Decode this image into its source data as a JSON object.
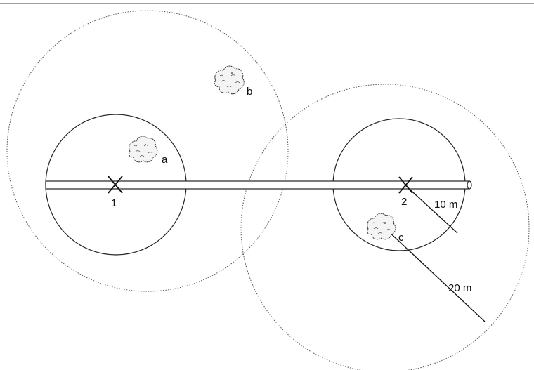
{
  "diagram": {
    "points": [
      {
        "label": "1"
      },
      {
        "label": "2"
      }
    ],
    "bushes": [
      {
        "label": "a"
      },
      {
        "label": "b"
      },
      {
        "label": "c"
      }
    ],
    "radii": [
      {
        "label": "10 m"
      },
      {
        "label": "20 m"
      }
    ],
    "colors": {
      "line": "#222222",
      "dotted": "#555555",
      "background": "#ffffff"
    }
  }
}
